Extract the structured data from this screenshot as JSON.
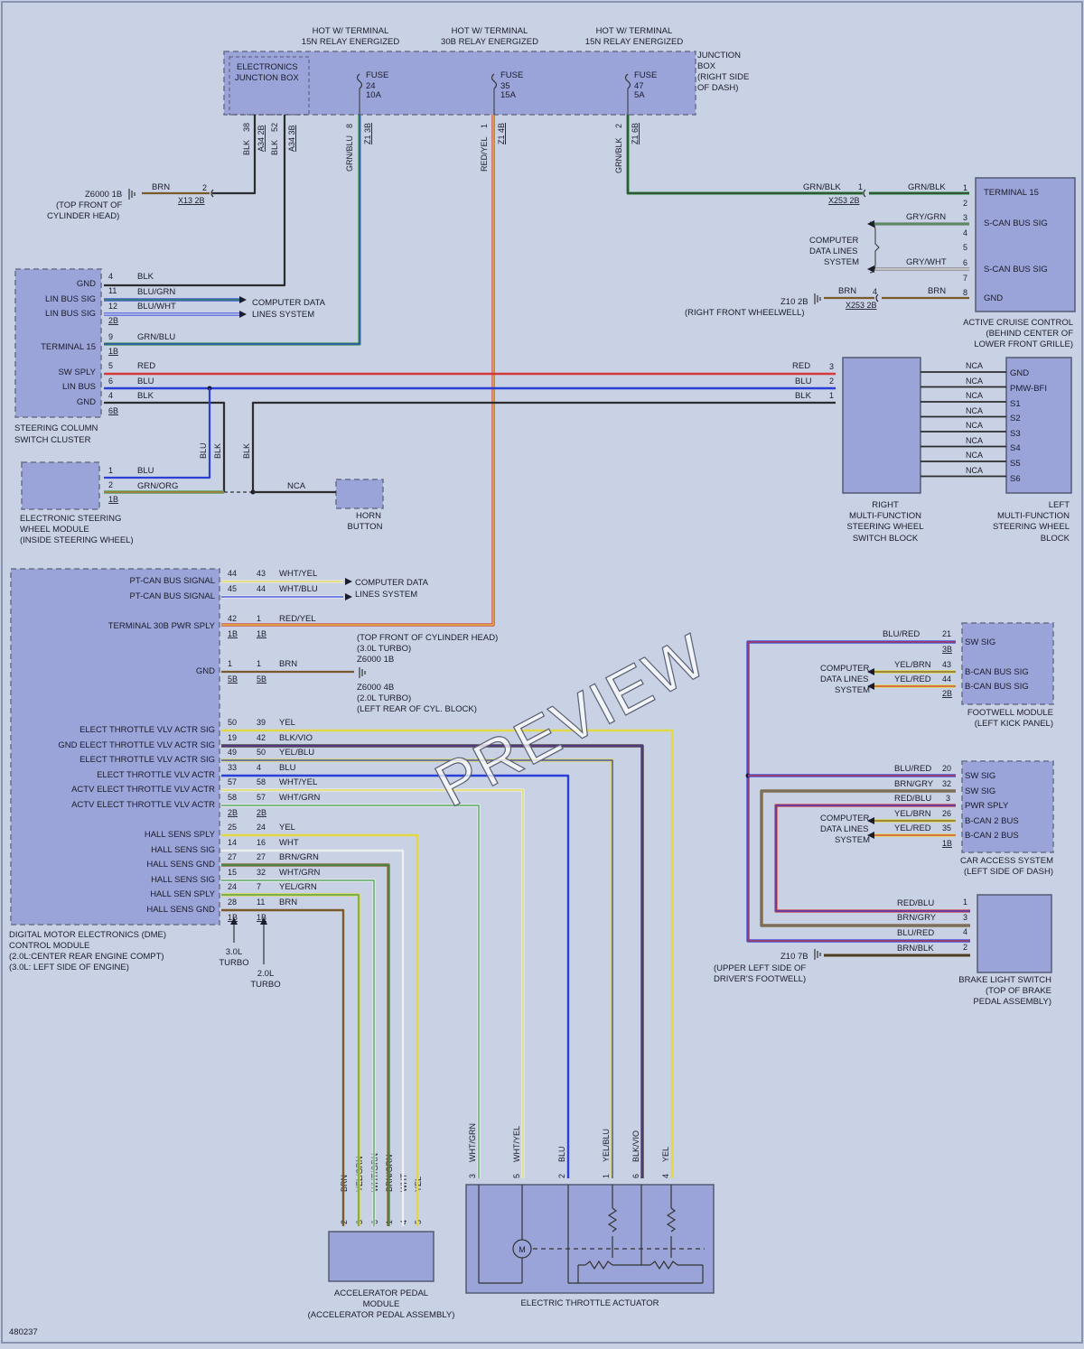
{
  "doc_id": "480237",
  "watermark": "PREVIEW",
  "colors": {
    "background": "#c9d2e4",
    "block": "#9aa4d8",
    "green": "#3c9a4c",
    "red": "#d33a3a",
    "blue": "#2a3fd6",
    "black": "#2c2c2c",
    "brown": "#7a5a2a",
    "yellow": "#e2d845",
    "orange": "#d2702c",
    "violet": "#7040a8",
    "grey": "#7a7a7a",
    "white": "#eeeeee"
  },
  "hot_labels": [
    [
      "HOT W/ TERMINAL",
      "15N RELAY ENERGIZED"
    ],
    [
      "HOT W/ TERMINAL",
      "30B RELAY ENERGIZED"
    ],
    [
      "HOT W/ TERMINAL",
      "15N RELAY ENERGIZED"
    ]
  ],
  "junction": {
    "inner_label": [
      "ELECTRONICS",
      "JUNCTION BOX"
    ],
    "outer_label": [
      "JUNCTION",
      "BOX",
      "(RIGHT SIDE",
      "OF DASH)"
    ],
    "fuses": [
      {
        "label": "FUSE",
        "num": "24",
        "amp": "10A"
      },
      {
        "label": "FUSE",
        "num": "35",
        "amp": "15A"
      },
      {
        "label": "FUSE",
        "num": "47",
        "amp": "5A"
      }
    ],
    "wires": [
      "BLK",
      "BLK",
      "GRN/BLU",
      "RED/YEL",
      "GRN/BLK"
    ],
    "pins": [
      "38",
      "52",
      "8",
      "1",
      "2"
    ],
    "connectors": [
      "A34 2B",
      "A34 3B",
      "Z1 3B",
      "Z1 4B",
      "Z1 6B"
    ]
  },
  "ground_top": {
    "id": "Z6000 1B",
    "desc": [
      "(TOP FRONT OF",
      "CYLINDER HEAD)"
    ],
    "wire": "BRN",
    "pin": "2",
    "conn": "X13 2B"
  },
  "scc": {
    "name": [
      "STEERING COLUMN",
      "SWITCH CLUSTER"
    ],
    "pins": [
      {
        "label": "GND",
        "pin": "4",
        "wire": "BLK"
      },
      {
        "label": "LIN BUS SIG",
        "pin": "11",
        "wire": "BLU/GRN"
      },
      {
        "label": "LIN BUS SIG",
        "pin": "12",
        "wire": "BLU/WHT"
      },
      {
        "label": "TERMINAL 15",
        "pin": "9",
        "wire": "GRN/BLU"
      },
      {
        "label": "SW SPLY",
        "pin": "5",
        "wire": "RED"
      },
      {
        "label": "LIN BUS",
        "pin": "6",
        "wire": "BLU"
      },
      {
        "label": "GND",
        "pin": "4",
        "wire": "BLK"
      }
    ],
    "conns": [
      "2B",
      "1B",
      "6B"
    ],
    "cds": [
      "COMPUTER DATA",
      "LINES SYSTEM"
    ]
  },
  "eswm": {
    "name": [
      "ELECTRONIC STEERING",
      "WHEEL MODULE",
      "(INSIDE STEERING WHEEL)"
    ],
    "pins": [
      {
        "pin": "1",
        "wire": "BLU"
      },
      {
        "pin": "2",
        "wire": "GRN/ORG"
      }
    ],
    "conn": "1B",
    "vertical_wires": [
      "BLU",
      "BLK",
      "BLK"
    ],
    "nca": "NCA"
  },
  "horn": {
    "name": [
      "HORN",
      "BUTTON"
    ]
  },
  "acc": {
    "name": [
      "ACTIVE CRUISE CONTROL",
      "(BEHIND CENTER OF",
      "LOWER FRONT GRILLE)"
    ],
    "labels": [
      "TERMINAL 15",
      "S-CAN BUS SIG",
      "S-CAN BUS SIG",
      "GND"
    ],
    "pins": [
      "1",
      "2",
      "3",
      "4",
      "5",
      "6",
      "7",
      "8"
    ],
    "wire_grnblk": "GRN/BLK",
    "wire_gry_grn": "GRY/GRN",
    "wire_gry_wht": "GRY/WHT",
    "wire_brn": "BRN",
    "conn": "X253 2B",
    "conn_pin1": "1",
    "conn_pin4": "4",
    "cds": [
      "COMPUTER",
      "DATA LINES",
      "SYSTEM"
    ],
    "ground": {
      "id": "Z10 2B",
      "desc": "(RIGHT FRONT WHEELWELL)"
    }
  },
  "rmf": {
    "name": [
      "RIGHT",
      "MULTI-FUNCTION",
      "STEERING WHEEL",
      "SWITCH BLOCK"
    ],
    "wires": [
      "RED",
      "BLU",
      "BLK"
    ],
    "pins": [
      "3",
      "2",
      "1"
    ],
    "nca": [
      "NCA",
      "NCA",
      "NCA",
      "NCA",
      "NCA",
      "NCA",
      "NCA",
      "NCA"
    ]
  },
  "lmf": {
    "name": [
      "LEFT",
      "MULTI-FUNCTION",
      "STEERING WHEEL",
      "BLOCK"
    ],
    "labels": [
      "GND",
      "PMW-BFI",
      "S1",
      "S2",
      "S3",
      "S4",
      "S5",
      "S6"
    ]
  },
  "dme": {
    "name": [
      "DIGITAL MOTOR ELECTRONICS (DME)",
      "CONTROL MODULE",
      "(2.0L:CENTER REAR ENGINE COMPT)",
      "(3.0L: LEFT SIDE OF ENGINE)"
    ],
    "rows": [
      {
        "label": "PT-CAN BUS SIGNAL",
        "p1": "44",
        "p2": "43",
        "wire": "WHT/YEL"
      },
      {
        "label": "PT-CAN BUS SIGNAL",
        "p1": "45",
        "p2": "44",
        "wire": "WHT/BLU"
      },
      {
        "label": "TERMINAL 30B PWR SPLY",
        "p1": "42",
        "p2": "1",
        "wire": "RED/YEL"
      },
      {
        "label": "GND",
        "p1": "1",
        "p2": "1",
        "wire": "BRN"
      },
      {
        "label": "ELECT THROTTLE VLV ACTR SIG",
        "p1": "50",
        "p2": "39",
        "wire": "YEL"
      },
      {
        "label": "GND ELECT THROTTLE VLV ACTR SIG",
        "p1": "19",
        "p2": "42",
        "wire": "BLK/VIO"
      },
      {
        "label": "ELECT THROTTLE VLV ACTR SIG",
        "p1": "49",
        "p2": "50",
        "wire": "YEL/BLU"
      },
      {
        "label": "ELECT THROTTLE VLV ACTR",
        "p1": "33",
        "p2": "4",
        "wire": "BLU"
      },
      {
        "label": "ACTV ELECT THROTTLE VLV ACTR",
        "p1": "57",
        "p2": "58",
        "wire": "WHT/YEL"
      },
      {
        "label": "ACTV ELECT THROTTLE VLV ACTR",
        "p1": "58",
        "p2": "57",
        "wire": "WHT/GRN"
      },
      {
        "label": "HALL SENS SPLY",
        "p1": "25",
        "p2": "24",
        "wire": "YEL"
      },
      {
        "label": "HALL SENS SIG",
        "p1": "14",
        "p2": "16",
        "wire": "WHT"
      },
      {
        "label": "HALL SENS GND",
        "p1": "27",
        "p2": "27",
        "wire": "BRN/GRN"
      },
      {
        "label": "HALL SENS SIG",
        "p1": "15",
        "p2": "32",
        "wire": "WHT/GRN"
      },
      {
        "label": "HALL SEN SPLY",
        "p1": "24",
        "p2": "7",
        "wire": "YEL/GRN"
      },
      {
        "label": "HALL SENS GND",
        "p1": "28",
        "p2": "11",
        "wire": "BRN"
      }
    ],
    "conns": [
      "1B",
      "1B",
      "5B",
      "5B",
      "2B",
      "2B",
      "1B",
      "1B"
    ],
    "cds": [
      "COMPUTER DATA",
      "LINES SYSTEM"
    ],
    "note_30b": [
      "(TOP FRONT OF CYLINDER HEAD)",
      "(3.0L TURBO)",
      "Z6000 1B"
    ],
    "note_gnd": [
      "Z6000 4B",
      "(2.0L TURBO)",
      "(LEFT REAR OF CYL. BLOCK)"
    ],
    "turbo_30": [
      "3.0L",
      "TURBO"
    ],
    "turbo_20": [
      "2.0L",
      "TURBO"
    ]
  },
  "footwell": {
    "name": [
      "FOOTWELL MODULE",
      "(LEFT KICK PANEL)"
    ],
    "rows": [
      {
        "label": "SW SIG",
        "pin": "21",
        "wire": "BLU/RED"
      },
      {
        "label": "B-CAN BUS SIG",
        "pin": "43",
        "wire": "YEL/BRN"
      },
      {
        "label": "B-CAN BUS SIG",
        "pin": "44",
        "wire": "YEL/RED"
      }
    ],
    "conns": [
      "3B",
      "2B"
    ],
    "cds": [
      "COMPUTER",
      "DATA LINES",
      "SYSTEM"
    ]
  },
  "cas": {
    "name": [
      "CAR ACCESS SYSTEM",
      "(LEFT SIDE OF DASH)"
    ],
    "rows": [
      {
        "label": "SW SIG",
        "pin": "20",
        "wire": "BLU/RED"
      },
      {
        "label": "SW SIG",
        "pin": "32",
        "wire": "BRN/GRY"
      },
      {
        "label": "PWR SPLY",
        "pin": "3",
        "wire": "RED/BLU"
      },
      {
        "label": "B-CAN 2 BUS",
        "pin": "26",
        "wire": "YEL/BRN"
      },
      {
        "label": "B-CAN 2 BUS",
        "pin": "35",
        "wire": "YEL/RED"
      }
    ],
    "conn": "1B",
    "cds": [
      "COMPUTER",
      "DATA LINES",
      "SYSTEM"
    ]
  },
  "brake": {
    "name": [
      "BRAKE LIGHT SWITCH",
      "(TOP OF BRAKE",
      "PEDAL ASSEMBLY)"
    ],
    "rows": [
      {
        "wire": "RED/BLU",
        "pin": "1"
      },
      {
        "wire": "BRN/GRY",
        "pin": "3"
      },
      {
        "wire": "BLU/RED",
        "pin": "4"
      },
      {
        "wire": "BRN/BLK",
        "pin": "2"
      }
    ],
    "ground": {
      "id": "Z10 7B",
      "desc": [
        "(UPPER LEFT SIDE OF",
        "DRIVER'S FOOTWELL)"
      ]
    }
  },
  "pedal": {
    "name": [
      "ACCELERATOR PEDAL",
      "MODULE",
      "(ACCELERATOR PEDAL ASSEMBLY)"
    ],
    "wires": [
      "BRN",
      "YEL/GRN",
      "WHT/GRN",
      "BRN/GRN",
      "WHT",
      "YEL"
    ],
    "pins": [
      "2",
      "3",
      "6",
      "1",
      "4",
      "5"
    ]
  },
  "eta": {
    "name": "ELECTRIC THROTTLE ACTUATOR",
    "wires": [
      "WHT/GRN",
      "WHT/YEL",
      "BLU",
      "YEL/BLU",
      "BLK/VIO",
      "YEL"
    ],
    "pins": [
      "3",
      "5",
      "2",
      "1",
      "6",
      "4"
    ],
    "motor": "M"
  }
}
